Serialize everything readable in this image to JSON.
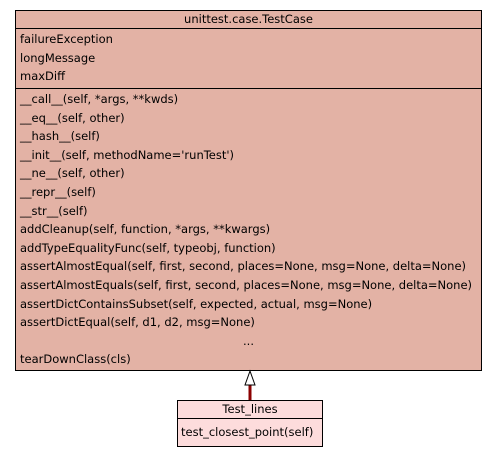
{
  "base_class": {
    "name": "unittest.case.TestCase",
    "attributes": [
      "failureException",
      "longMessage",
      "maxDiff"
    ],
    "methods": [
      "__call__(self, *args, **kwds)",
      "__eq__(self, other)",
      "__hash__(self)",
      "__init__(self, methodName='runTest')",
      "__ne__(self, other)",
      "__repr__(self)",
      "__str__(self)",
      "addCleanup(self, function, *args, **kwargs)",
      "addTypeEqualityFunc(self, typeobj, function)",
      "assertAlmostEqual(self, first, second, places=None, msg=None, delta=None)",
      "assertAlmostEquals(self, first, second, places=None, msg=None, delta=None)",
      "assertDictContainsSubset(self, expected, actual, msg=None)",
      "assertDictEqual(self, d1, d2, msg=None)"
    ],
    "ellipsis": "...",
    "trailing_methods": [
      "tearDownClass(cls)"
    ],
    "fill_color": "#e3b2a5"
  },
  "derived_class": {
    "name": "Test_lines",
    "methods": [
      "test_closest_point(self)"
    ],
    "fill_color": "#fddcdc"
  },
  "relation": {
    "type": "inheritance",
    "line_color": "#8b0000"
  }
}
